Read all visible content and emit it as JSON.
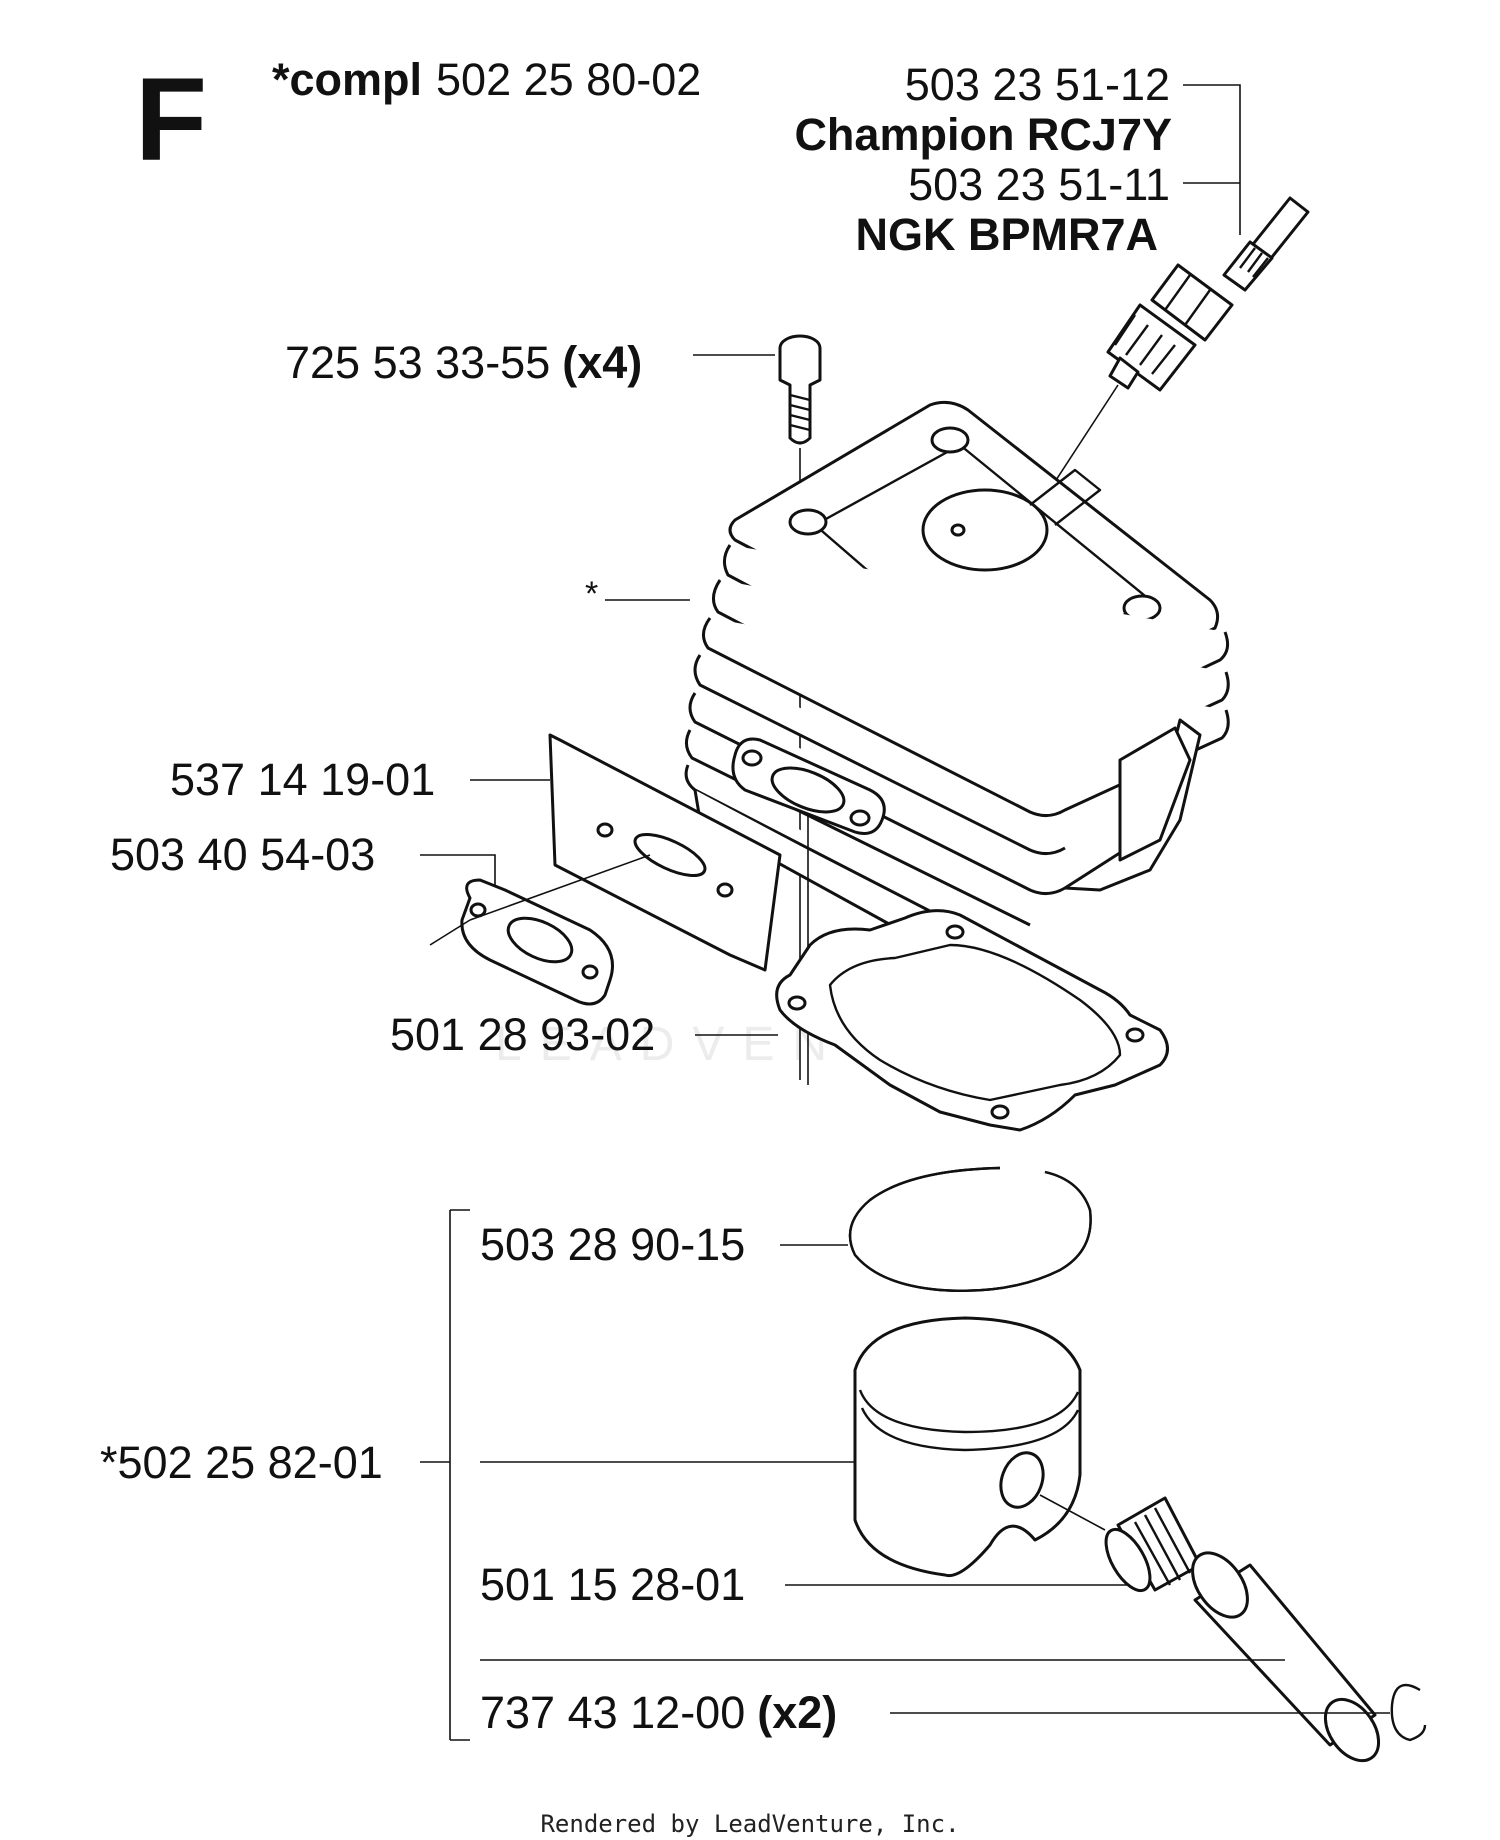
{
  "section_letter": "F",
  "header": {
    "compl_prefix": "*compl",
    "compl_number": "502  25 80-02"
  },
  "labels": {
    "spark_plug_1_number": "503 23 51-12",
    "spark_plug_1_name": "Champion RCJ7Y",
    "spark_plug_2_number": "503 23 51-11",
    "spark_plug_2_name": "NGK BPMR7A",
    "screw_number": "725 53 33-55",
    "screw_qty": "(x4)",
    "asterisk": "*",
    "plate_number": "537 14 19-01",
    "exhaust_gasket_number": "503 40 54-03",
    "base_gasket_number": "501 28 93-02",
    "piston_ring_number": "503 28 90-15",
    "piston_kit_number": "*502 25 82-01",
    "needle_bearing_number": "501 15 28-01",
    "circlip_number": "737 43 12-00",
    "circlip_qty": "(x2)"
  },
  "watermark": "LEADVENTURE",
  "footer": "Rendered by LeadVenture, Inc."
}
